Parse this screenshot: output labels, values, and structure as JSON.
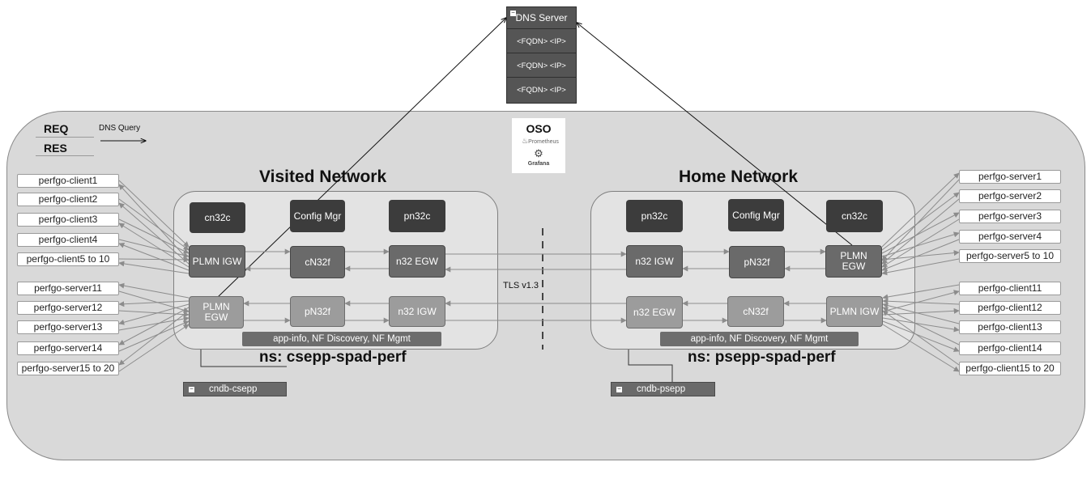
{
  "dns_server": {
    "title": "DNS Server",
    "entries": [
      "<FQDN>  <IP>",
      "<FQDN>  <IP>",
      "<FQDN>  <IP>"
    ]
  },
  "legend": {
    "req": "REQ",
    "res": "RES",
    "dns_query": "DNS Query"
  },
  "oso": {
    "title": "OSO",
    "prometheus": "Prometheus",
    "grafana": "Grafana"
  },
  "tls_label": "TLS v1.3",
  "visited": {
    "title": "Visited Network",
    "namespace": "ns: csepp-spad-perf",
    "database": "cndb-csepp",
    "components": {
      "cn32c": "cn32c",
      "config_mgr": "Config Mgr",
      "pn32c": "pn32c",
      "plmn_igw": "PLMN IGW",
      "cn32f": "cN32f",
      "n32_egw": "n32 EGW",
      "plmn_egw": "PLMN EGW",
      "pn32f": "pN32f",
      "n32_igw": "n32 IGW"
    },
    "common_bar": "app-info, NF Discovery, NF Mgmt"
  },
  "home": {
    "title": "Home Network",
    "namespace": "ns: psepp-spad-perf",
    "database": "cndb-psepp",
    "components": {
      "pn32c": "pn32c",
      "config_mgr": "Config Mgr",
      "cn32c": "cn32c",
      "n32_igw": "n32 IGW",
      "pn32f": "pN32f",
      "plmn_egw": "PLMN EGW",
      "n32_egw": "n32 EGW",
      "cn32f": "cN32f",
      "plmn_igw": "PLMN IGW"
    },
    "common_bar": "app-info, NF Discovery, NF Mgmt"
  },
  "left_clients": [
    "perfgo-client1",
    "perfgo-client2",
    "perfgo-client3",
    "perfgo-client4",
    "perfgo-client5 to 10"
  ],
  "left_servers": [
    "perfgo-server11",
    "perfgo-server12",
    "perfgo-server13",
    "perfgo-server14",
    "perfgo-server15 to 20"
  ],
  "right_servers": [
    "perfgo-server1",
    "perfgo-server2",
    "perfgo-server3",
    "perfgo-server4",
    "perfgo-server5 to 10"
  ],
  "right_clients": [
    "perfgo-client11",
    "perfgo-client12",
    "perfgo-client13",
    "perfgo-client14",
    "perfgo-client15 to 20"
  ]
}
